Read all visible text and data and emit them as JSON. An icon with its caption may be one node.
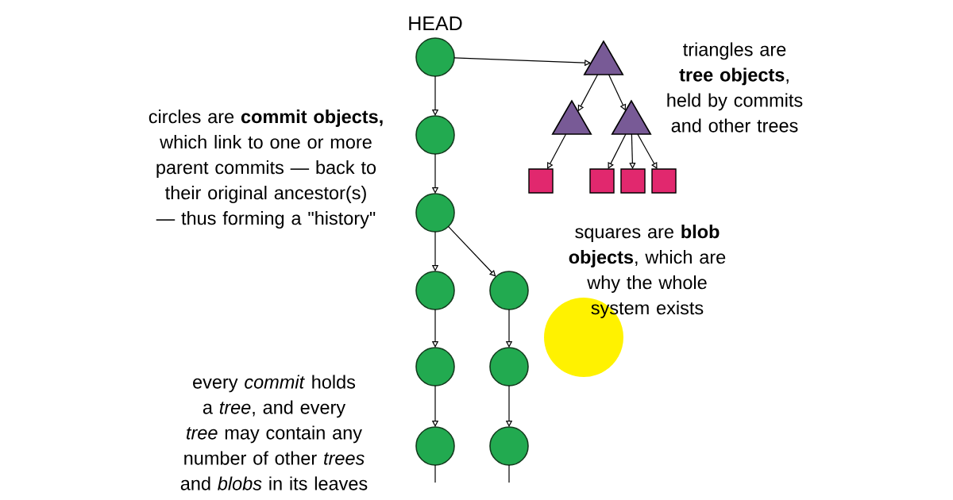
{
  "diagram": {
    "nodes": [
      {
        "text": [],
        "shape": "circle",
        "beside": [
          "HEAD"
        ]
      },
      {
        "text": [],
        "shape": "circle"
      },
      {
        "text": [],
        "shape": "circle"
      },
      {
        "text": [],
        "shape": "circle"
      },
      {
        "text": [],
        "shape": "circle"
      },
      {
        "text": [],
        "shape": "circle"
      },
      {
        "text": [],
        "shape": "circle"
      },
      {
        "text": [],
        "shape": "circle"
      },
      {
        "text": [],
        "shape": "circle"
      },
      {
        "text": [],
        "shape": "triangle"
      },
      {
        "text": [],
        "shape": "triangle"
      },
      {
        "text": [],
        "shape": "triangle"
      },
      {
        "text": [],
        "shape": "box"
      },
      {
        "text": [],
        "shape": "box"
      },
      {
        "text": [],
        "shape": "box"
      },
      {
        "text": [],
        "shape": "box"
      }
    ],
    "edges": [
      {
        "from": 0,
        "to": 1,
        "arrow": "to"
      },
      {
        "from": 1,
        "to": 2,
        "arrow": "to"
      },
      {
        "from": 2,
        "to": 3,
        "arrow": "to"
      },
      {
        "from": 3,
        "to": 4,
        "arrow": "to"
      },
      {
        "from": 4,
        "to": 5,
        "arrow": "to"
      },
      {
        "from": 2,
        "to": 6,
        "arrow": "to"
      },
      {
        "from": 6,
        "to": 7,
        "arrow": "to"
      },
      {
        "from": 7,
        "to": 8,
        "arrow": "to"
      },
      {
        "from": 0,
        "to": 9,
        "arrow": "to"
      },
      {
        "from": 9,
        "to": 10,
        "arrow": "to"
      },
      {
        "from": 9,
        "to": 11,
        "arrow": "to"
      },
      {
        "from": 10,
        "to": 12,
        "arrow": "to"
      },
      {
        "from": 11,
        "to": 13,
        "arrow": "to"
      },
      {
        "from": 11,
        "to": 14,
        "arrow": "to"
      },
      {
        "from": 11,
        "to": 15,
        "arrow": "to"
      },
      {
        "from": 5,
        "to": null,
        "arrow": "none"
      },
      {
        "from": 8,
        "to": null,
        "arrow": "none"
      }
    ],
    "labels": [
      "triangles are **tree** **objects**, held by commits and other trees",
      "circles are **commit** **objects,** which link to one or more parent commits — back to their original ancestor(s) — thus forming a \"history\"",
      "squares are **blob** **objects**, which are why the whole system exists",
      "every *commit* holds a *tree*, and every *tree* may contain any number of other *trees* and *blobs* in its leaves"
    ]
  }
}
